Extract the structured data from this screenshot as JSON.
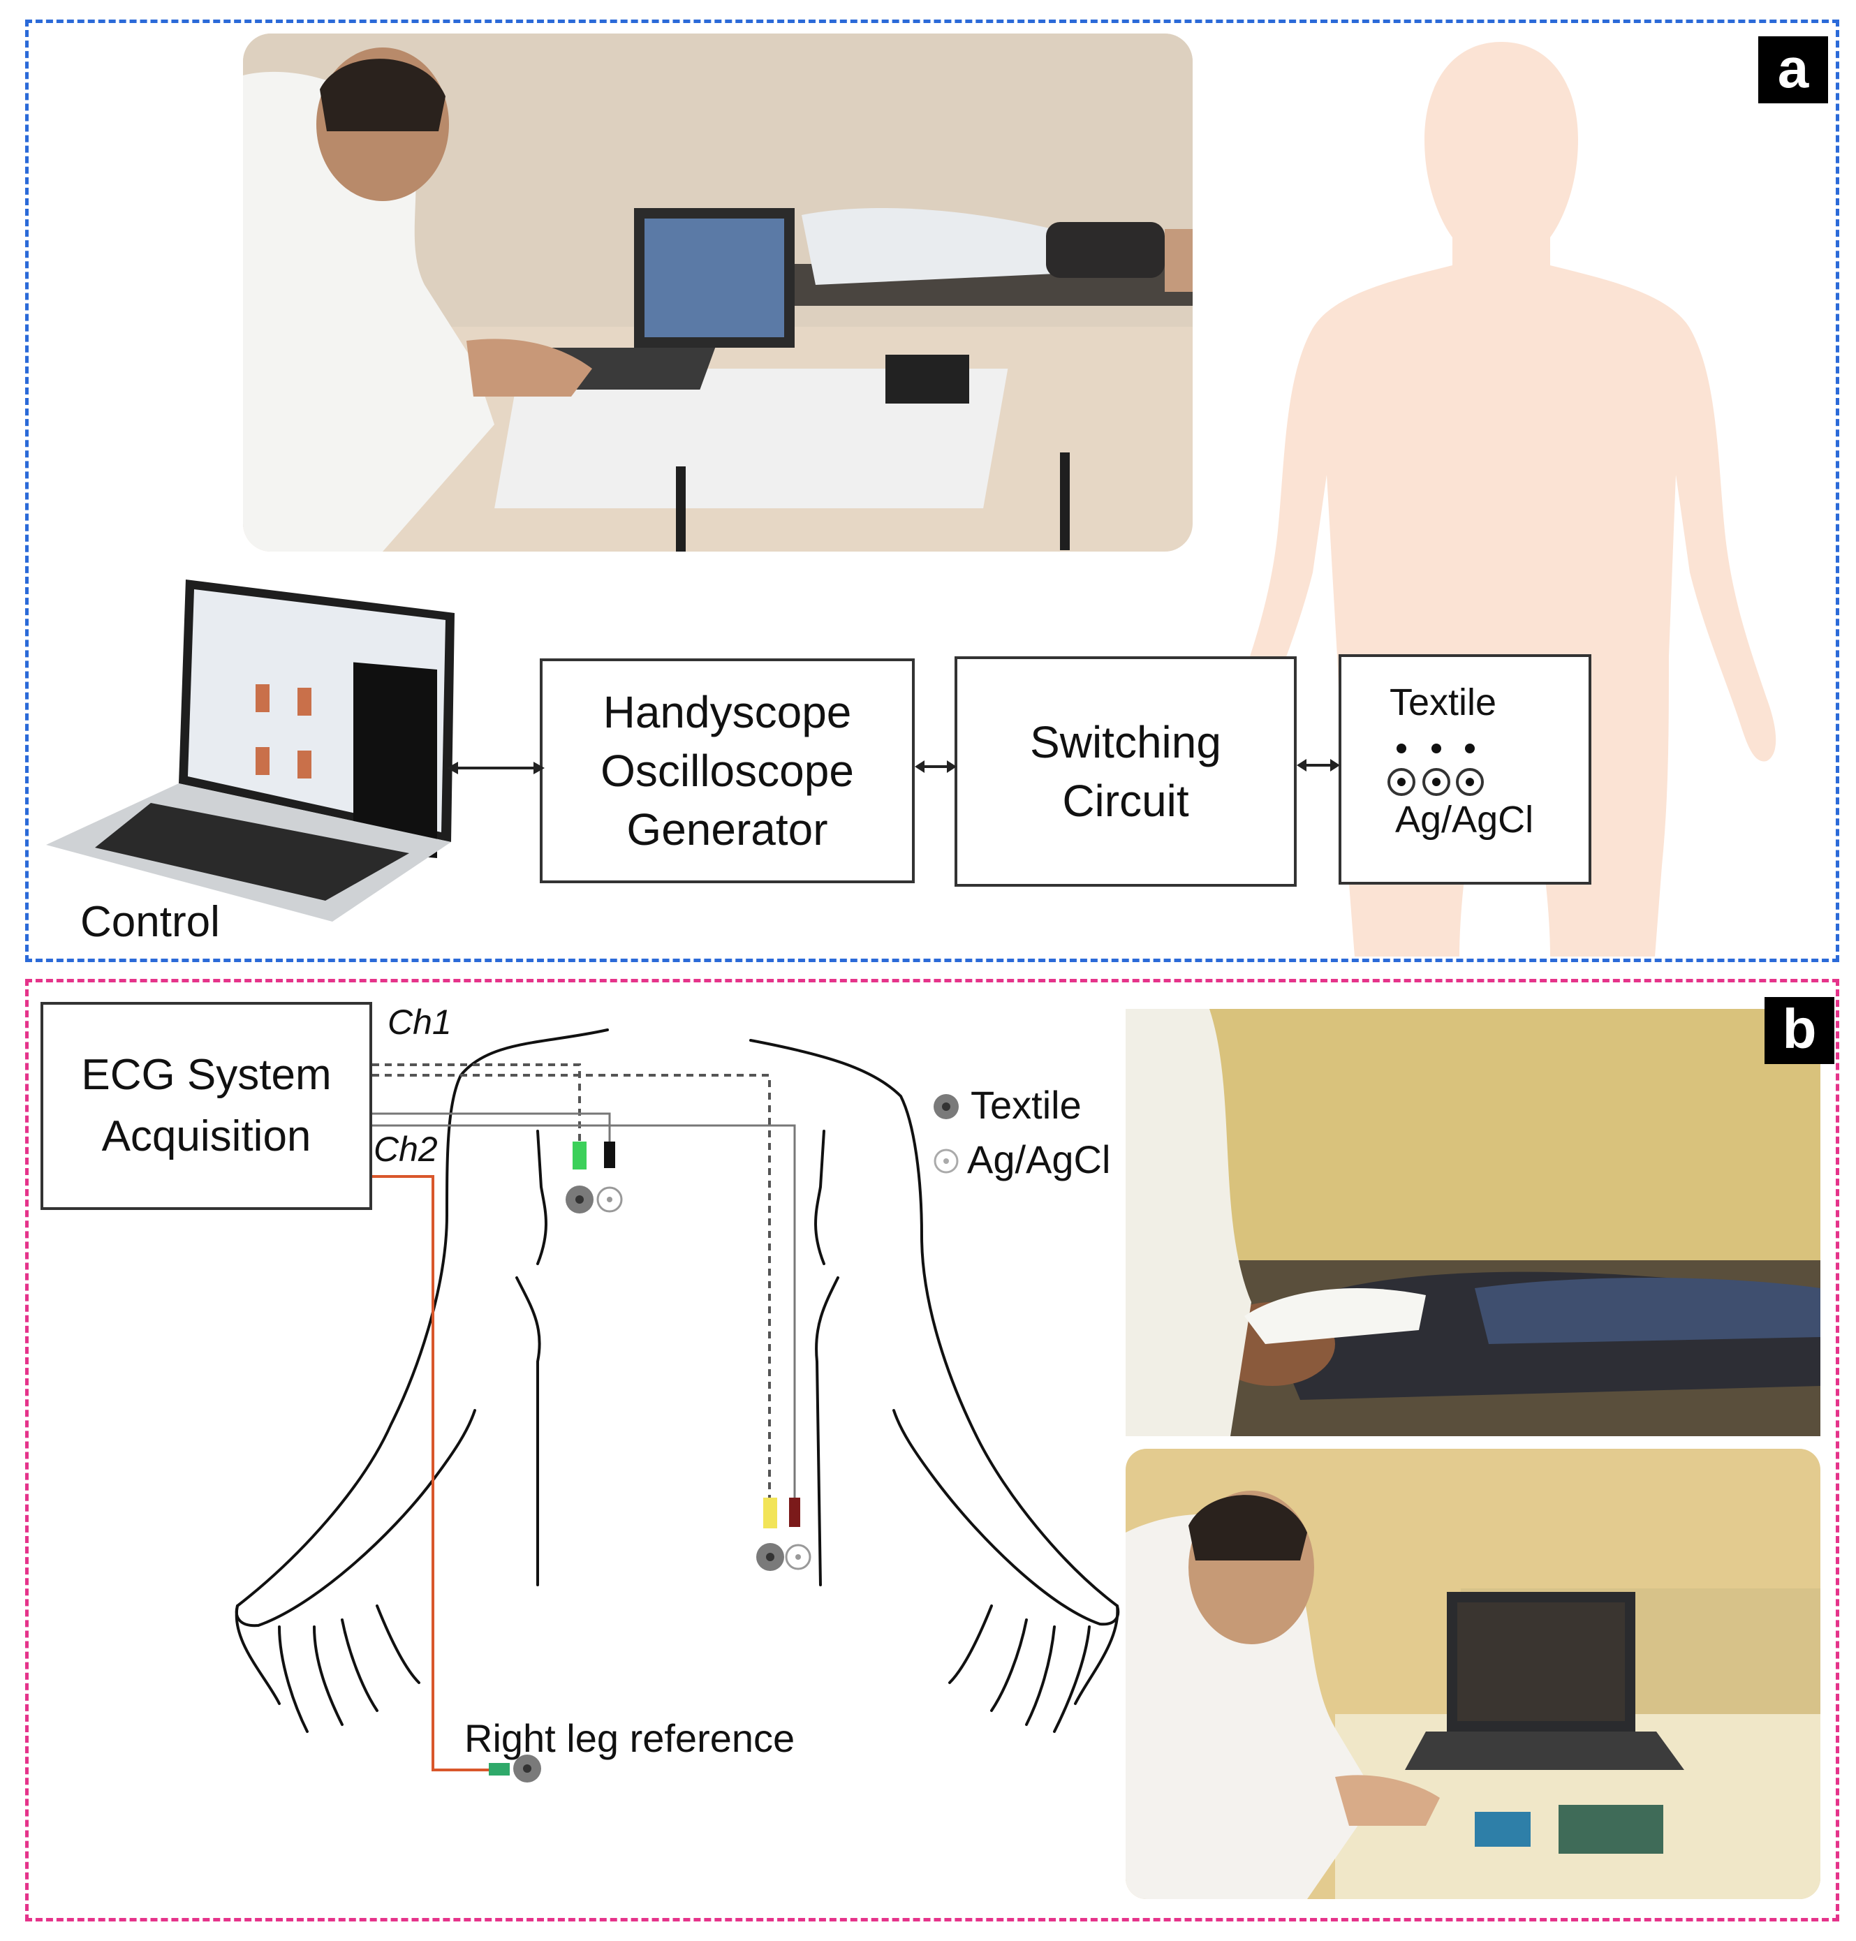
{
  "panel_a": {
    "tag": "a",
    "blocks": {
      "handyscope": [
        "Handyscope",
        "Oscilloscope",
        "Generator"
      ],
      "switching": [
        "Switching",
        "Circuit"
      ],
      "electrodes": {
        "top": "Textile",
        "bottom": "Ag/AgCl"
      }
    },
    "control_label": "Control"
  },
  "panel_b": {
    "tag": "b",
    "ecg_box": [
      "ECG System",
      "Acquisition"
    ],
    "channels": {
      "ch1": "Ch1",
      "ch2": "Ch2"
    },
    "legend": {
      "textile": "Textile",
      "agagcl": "Ag/AgCl"
    },
    "reference_label": "Right leg reference"
  },
  "colors": {
    "panel_a_border": "#2b6ad8",
    "panel_b_border": "#e5338a",
    "silhouette": "#fbe3d4",
    "ch2_wire": "#d9572b",
    "textile_electrode": "#777777"
  }
}
